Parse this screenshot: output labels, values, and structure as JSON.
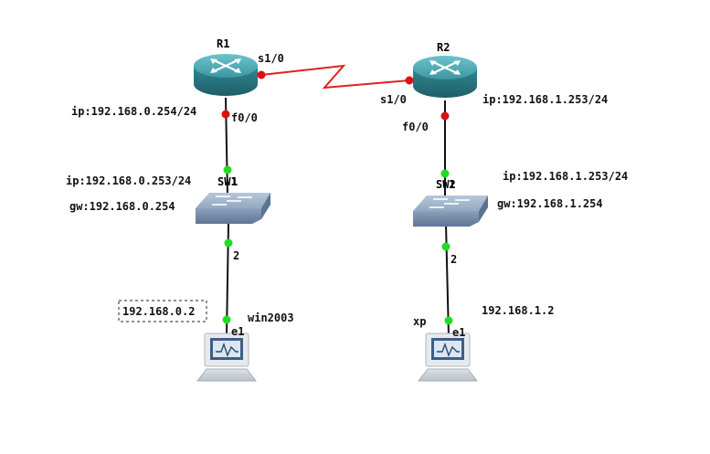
{
  "diagram": {
    "routers": {
      "r1": {
        "name": "R1",
        "serial_port": "s1/0",
        "eth_port": "f0/0",
        "ip": "ip:192.168.0.254/24"
      },
      "r2": {
        "name": "R2",
        "serial_port": "s1/0",
        "eth_port": "f0/0",
        "ip": "ip:192.168.1.253/24"
      }
    },
    "switches": {
      "sw1": {
        "name": "SW1",
        "port_up": "1",
        "port_down": "2",
        "ip": "ip:192.168.0.253/24",
        "gw": "gw:192.168.0.254"
      },
      "sw2": {
        "name": "SW2",
        "port_up": "1",
        "port_down": "2",
        "ip": "ip:192.168.1.253/24",
        "gw": "gw:192.168.1.254"
      }
    },
    "hosts": {
      "h1": {
        "name": "win2003",
        "port": "e1",
        "ip": "192.168.0.2"
      },
      "h2": {
        "name": "xp",
        "port": "e1",
        "ip": "192.168.1.2"
      }
    },
    "colors": {
      "router_body": "#2e7b87",
      "router_top": "#49a6b1",
      "switch_body": "#7f98b6",
      "serial_link": "#e02020",
      "ethernet_link": "#111111",
      "port_up": "#22dd22",
      "port_serial": "#dd1111"
    }
  }
}
